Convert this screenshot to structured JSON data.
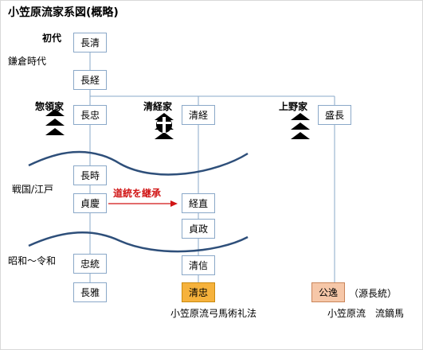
{
  "title": "小笠原流家系図(概略)",
  "era_labels": {
    "first": "初代",
    "kamakura": "鎌倉時代",
    "sengoku": "戦国/江戸",
    "showa": "昭和～令和"
  },
  "family_labels": {
    "soryo": "惣領家",
    "kiyotsune": "清経家",
    "kozuke": "上野家"
  },
  "nodes": {
    "nagakiyo": "長清",
    "nagatsune": "長経",
    "nagatada": "長忠",
    "kiyotsune": "清経",
    "morinaga": "盛長",
    "nagatoki": "長時",
    "sadayoshi": "貞慶",
    "tsunenao": "経直",
    "sadamasa": "貞政",
    "kiyonobu": "清信",
    "tadazumi": "忠統",
    "nagamasa": "長雅",
    "kiyotada": "清忠",
    "kiyoshi": "公逸"
  },
  "inheritance_label": "道統を継承",
  "note_kiyoshi": "（源長統）",
  "caption_kiyotada": "小笠原流弓馬術礼法",
  "caption_kiyoshi": "小笠原流　流鏑馬",
  "colors": {
    "line": "#8aa8c8",
    "arrow": "#d11515",
    "highlight_kiyotada": "#f6b23c",
    "highlight_kiyoshi": "#f6c7a8"
  }
}
